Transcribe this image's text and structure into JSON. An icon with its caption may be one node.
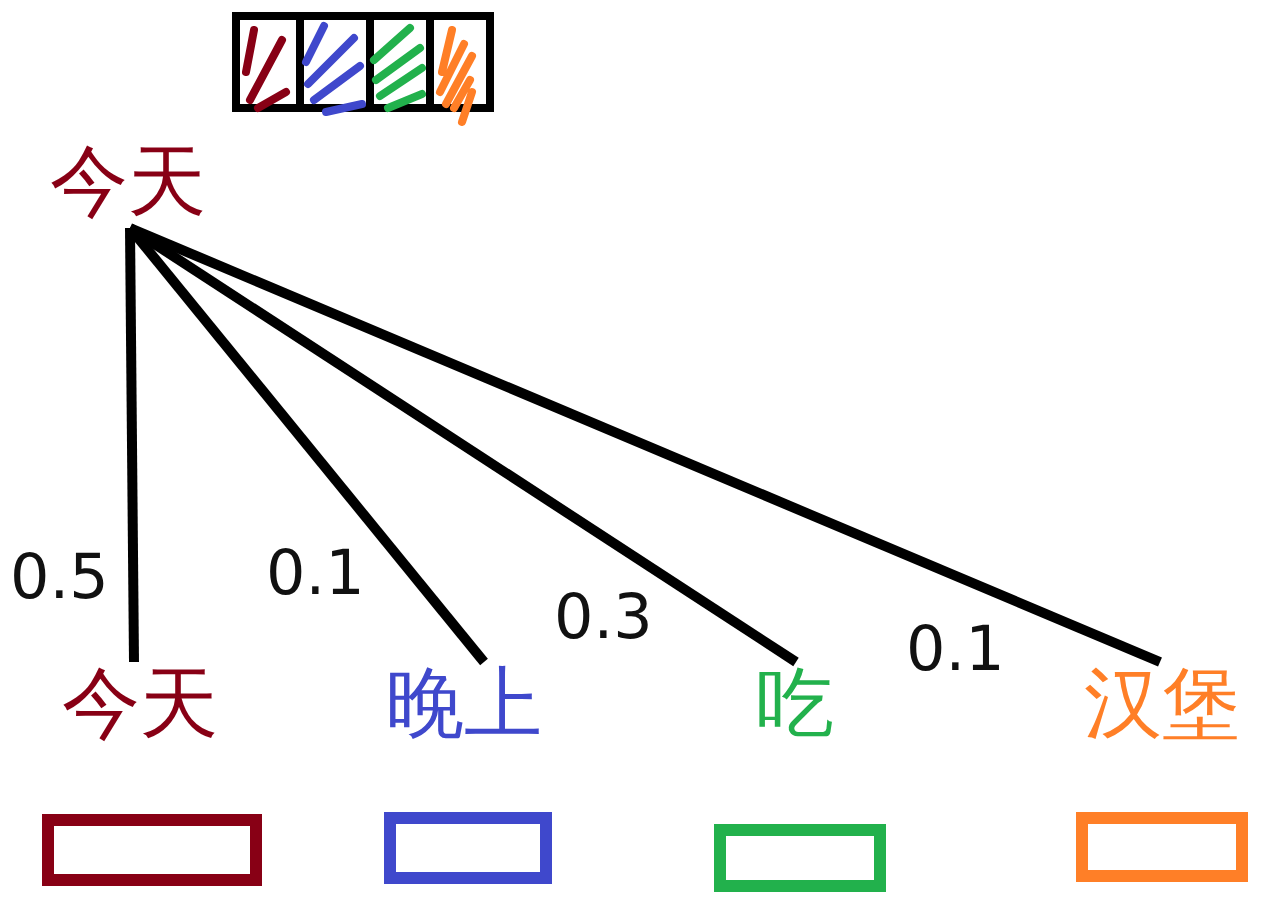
{
  "diagram": {
    "nodes": [
      {
        "text": [
          "今天"
        ]
      },
      {
        "text": [
          "今天"
        ]
      },
      {
        "text": [
          "晚上"
        ]
      },
      {
        "text": [
          "吃"
        ]
      },
      {
        "text": [
          "汉堡"
        ]
      },
      {
        "text": [],
        "shape": "box"
      },
      {
        "text": [],
        "shape": "box"
      },
      {
        "text": [],
        "shape": "box"
      },
      {
        "text": [],
        "shape": "box"
      }
    ],
    "edges": [
      {
        "from": 0,
        "to": 1,
        "arrow": "none",
        "label": "0.5"
      },
      {
        "from": 0,
        "to": 2,
        "arrow": "none",
        "label": "0.1"
      },
      {
        "from": 0,
        "to": 3,
        "arrow": "none",
        "label": "0.3"
      },
      {
        "from": 0,
        "to": 4,
        "arrow": "none",
        "label": "0.1"
      }
    ]
  }
}
